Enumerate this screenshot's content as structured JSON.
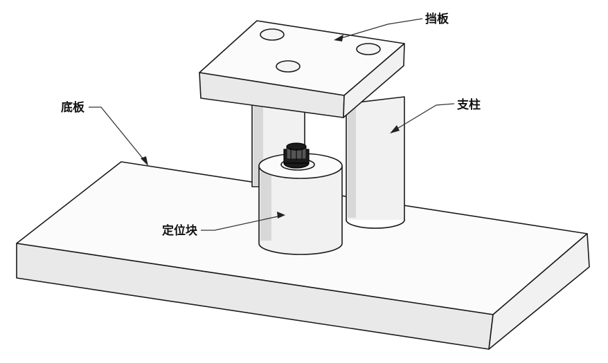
{
  "labels": {
    "baffle_plate": "挡板",
    "support_column": "支柱",
    "base_plate": "底板",
    "locating_block": "定位块"
  }
}
